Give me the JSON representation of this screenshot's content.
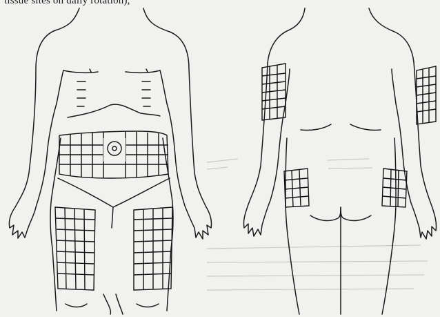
{
  "caption": "tissue sites on daily rotation),",
  "views": [
    {
      "name": "front-view"
    },
    {
      "name": "back-view"
    }
  ],
  "colors": {
    "ink": "#1a1a1a",
    "paper": "#f1f1ef",
    "show_through": "#c9c9c6"
  }
}
